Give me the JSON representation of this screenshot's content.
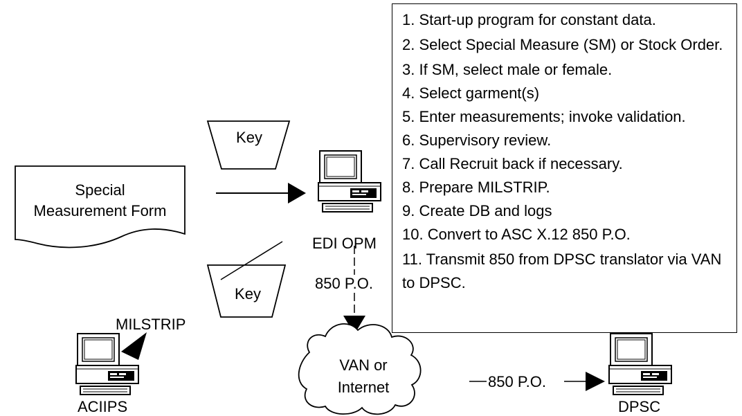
{
  "form": {
    "line1": "Special",
    "line2": "Measurement Form"
  },
  "keys": {
    "top": "Key",
    "bottom": "Key"
  },
  "nodes": {
    "edi_opm": "EDI OPM",
    "aciips": "ACIIPS",
    "dpsc": "DPSC",
    "van_line1": "VAN or",
    "van_line2": "Internet"
  },
  "edges": {
    "opm_to_van": "850 P.O.",
    "van_to_dpsc": "850 P.O.",
    "milstrip": "MILSTRIP"
  },
  "steps": [
    "1. Start-up program for constant data.",
    "2. Select Special Measure (SM) or Stock Order.",
    "3. If SM, select male or female.",
    "4. Select garment(s)",
    "5. Enter measurements; invoke validation.",
    "6. Supervisory review.",
    "7. Call Recruit back if necessary.",
    "8. Prepare MILSTRIP.",
    "9. Create DB and logs",
    "10. Convert to ASC X.12 850 P.O.",
    "11. Transmit 850 from DPSC translator via VAN to DPSC."
  ]
}
